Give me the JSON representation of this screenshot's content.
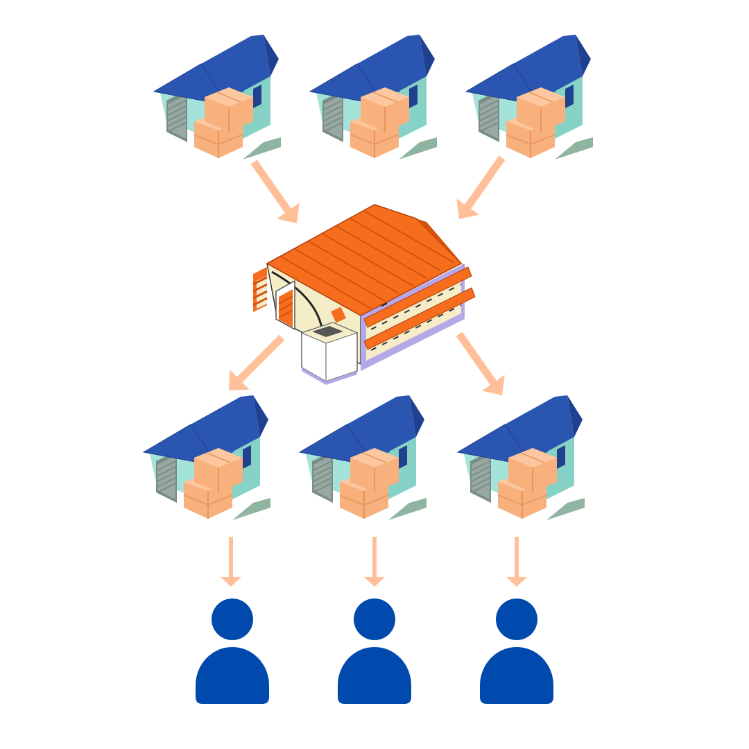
{
  "diagram": {
    "type": "distribution-network",
    "layers": [
      {
        "name": "supplier-warehouses",
        "count": 3,
        "icon": "small-warehouse-with-boxes-icon"
      },
      {
        "name": "central-distribution-center",
        "count": 1,
        "icon": "distribution-center-icon"
      },
      {
        "name": "regional-warehouses",
        "count": 3,
        "icon": "small-warehouse-with-boxes-icon"
      },
      {
        "name": "customers",
        "count": 3,
        "icon": "person-icon"
      }
    ],
    "flows": [
      {
        "from": "supplier-warehouse-1",
        "to": "central-distribution-center"
      },
      {
        "from": "supplier-warehouse-3",
        "to": "central-distribution-center"
      },
      {
        "from": "central-distribution-center",
        "to": "regional-warehouse-1"
      },
      {
        "from": "central-distribution-center",
        "to": "regional-warehouse-3"
      },
      {
        "from": "regional-warehouse-1",
        "to": "customer-1"
      },
      {
        "from": "regional-warehouse-2",
        "to": "customer-2"
      },
      {
        "from": "regional-warehouse-3",
        "to": "customer-3"
      }
    ]
  },
  "colors": {
    "background": "#ffffff",
    "arrow": "#ffbf99",
    "small_roof": "#2a55b0",
    "small_roof_side": "#1f418f",
    "small_wall": "#a4e3da",
    "small_wall_side": "#86d2c6",
    "box": "#f8b07c",
    "box_light": "#fcc79f",
    "central_roof": "#f76d1e",
    "central_roof_dark": "#d4520c",
    "central_wall": "#f5ecc8",
    "central_trim": "#b5a8e8",
    "person": "#004aad"
  }
}
